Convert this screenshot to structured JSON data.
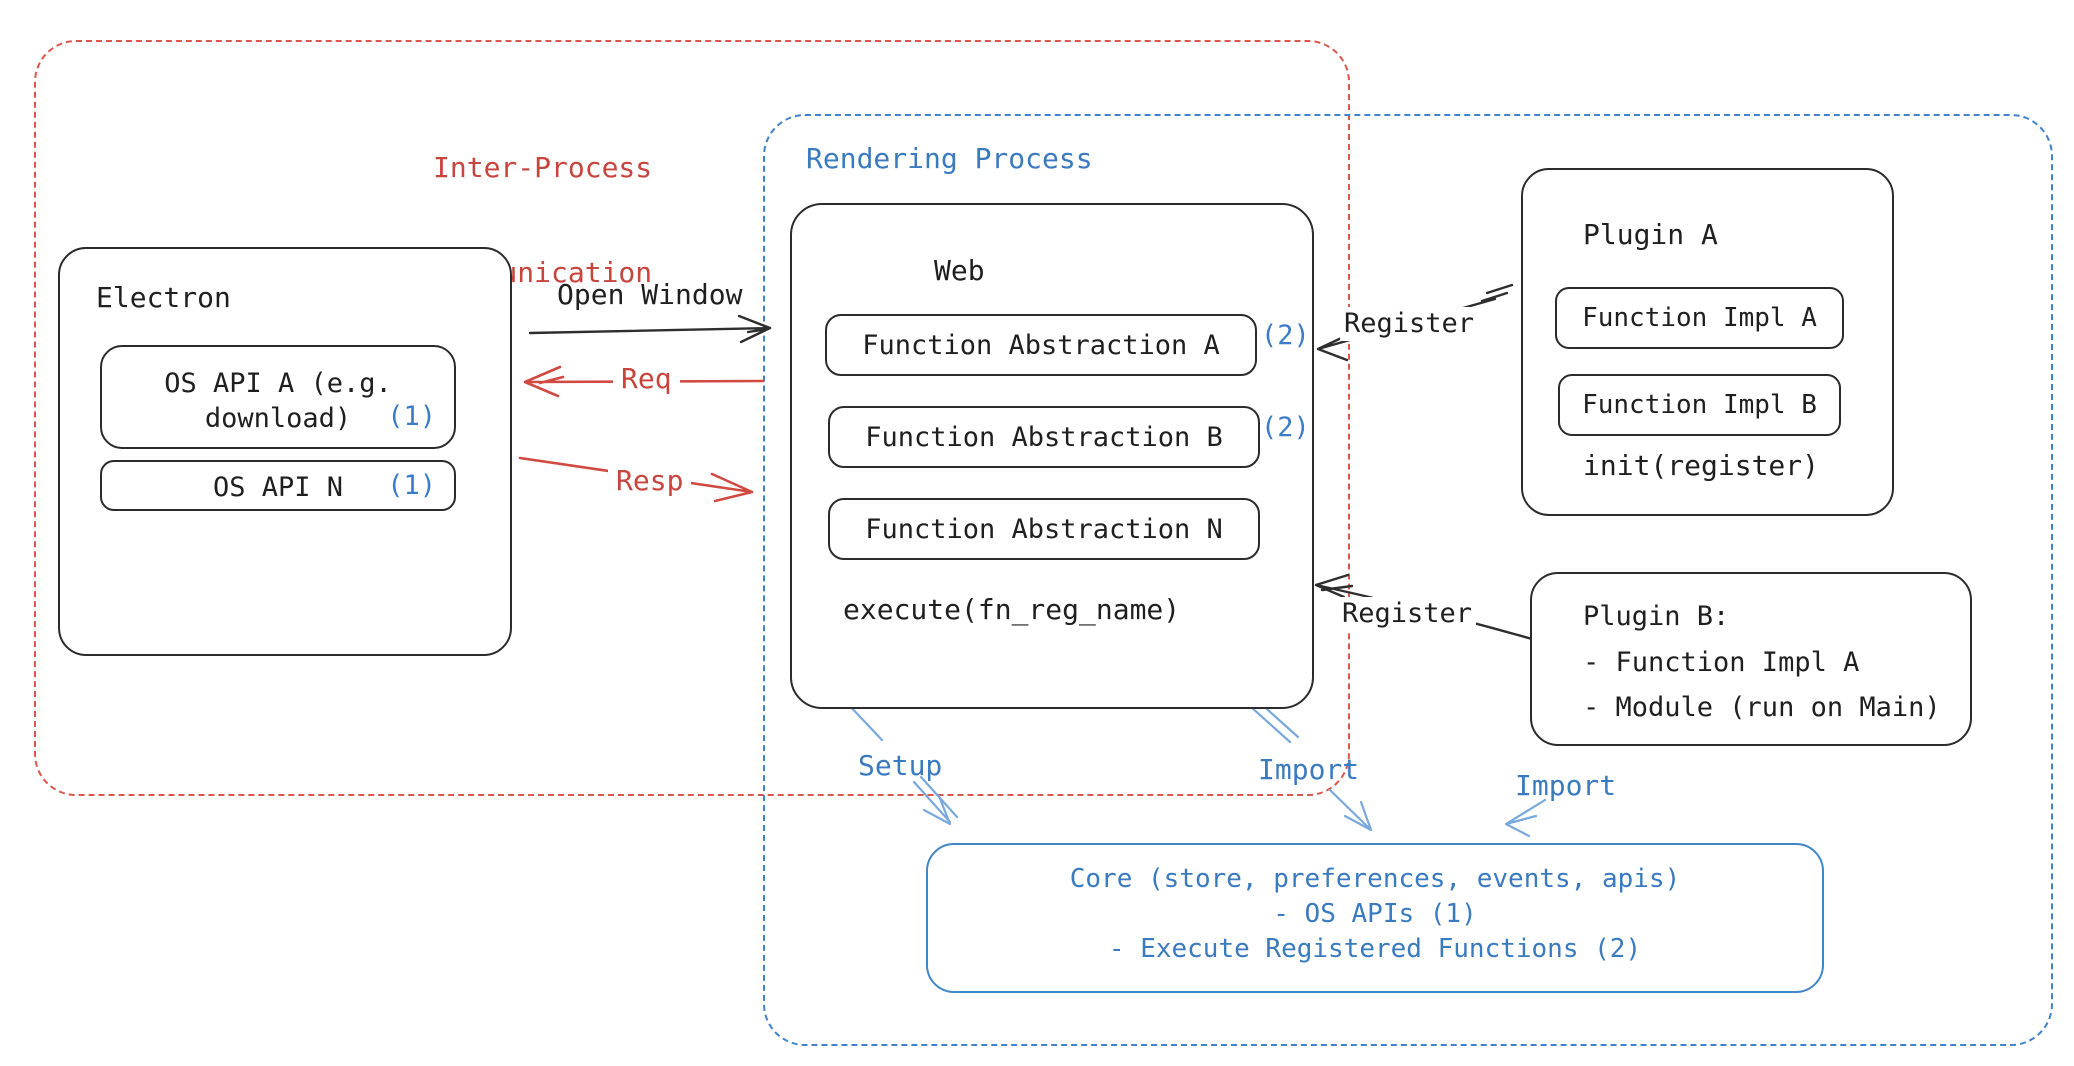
{
  "colors": {
    "red_accent": "#d04a42",
    "blue_accent": "#3a7abf",
    "light_blue_arrow": "#79a8dc",
    "black_stroke": "#2e2e2e"
  },
  "ipc": {
    "label_line1": "Inter-Process",
    "label_line2": "Communication"
  },
  "rendering": {
    "label": "Rendering Process"
  },
  "electron": {
    "title": "Electron",
    "api_a_line1": "OS API A (e.g.",
    "api_a_line2": "download)",
    "api_a_badge": "(1)",
    "api_n_label": "OS API N",
    "api_n_badge": "(1)"
  },
  "web": {
    "title": "Web",
    "abstractions": [
      {
        "label": "Function Abstraction A",
        "badge": "(2)"
      },
      {
        "label": "Function Abstraction B",
        "badge": "(2)"
      },
      {
        "label": "Function Abstraction N",
        "badge": ""
      }
    ],
    "execute": "execute(fn_reg_name)"
  },
  "plugin_a": {
    "title": "Plugin A",
    "impls": [
      {
        "label": "Function Impl A"
      },
      {
        "label": "Function Impl B"
      }
    ],
    "init": "init(register)"
  },
  "plugin_b": {
    "title": "Plugin B:",
    "items": [
      {
        "label": "- Function Impl A"
      },
      {
        "label": "- Module (run on Main)"
      }
    ]
  },
  "core": {
    "line1": "Core (store, preferences, events, apis)",
    "line2": "- OS APIs (1)",
    "line3": "- Execute Registered Functions (2)"
  },
  "arrows": {
    "open_window": "Open Window",
    "req": "Req",
    "resp": "Resp",
    "register_top": "Register",
    "register_bottom": "Register",
    "setup": "Setup",
    "import_mid": "Import",
    "import_right": "Import"
  }
}
